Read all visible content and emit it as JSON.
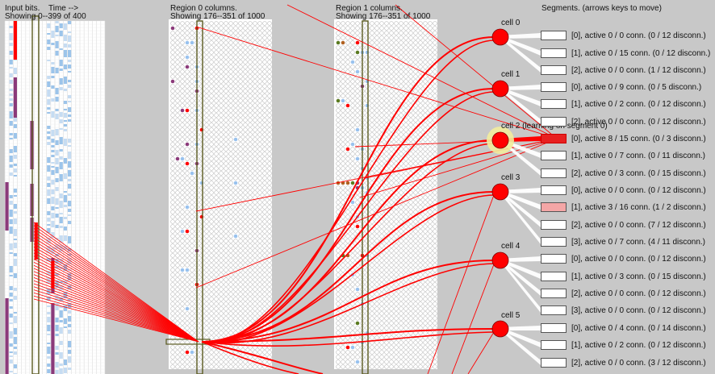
{
  "input_panel": {
    "title": "Input bits.",
    "time_label": "Time -->",
    "showing": "Showing 0--399 of 400"
  },
  "region0": {
    "title": "Region 0 columns.",
    "showing": "Showing 176--351 of 1000"
  },
  "region1": {
    "title": "Region 1 columns.",
    "showing": "Showing 176--351 of 1000"
  },
  "segments_header": "Segments. (arrows keys to move)",
  "colors": {
    "background": "#c8c8c8",
    "active": "#ff0000",
    "predicted": "#99c2ee",
    "learning": "#8b3a7a",
    "highlight": "#f2ec9c",
    "selection_outline": "#5a5a20"
  },
  "cells": [
    {
      "label": "cell 0",
      "segments": [
        {
          "text": "[0],  active 0 / 0 conn. (0 / 12 disconn.)",
          "style": "plain"
        },
        {
          "text": "[1],  active 0 / 15 conn. (0 / 12 disconn.)",
          "style": "plain"
        },
        {
          "text": "[2],  active 0 / 0 conn. (1 / 12 disconn.)",
          "style": "plain"
        }
      ]
    },
    {
      "label": "cell 1",
      "segments": [
        {
          "text": "[0],  active 0 / 9 conn. (0 / 5 disconn.)",
          "style": "plain"
        },
        {
          "text": "[1],  active 0 / 2 conn. (0 / 12 disconn.)",
          "style": "plain"
        },
        {
          "text": "[2],  active 0 / 0 conn. (0 / 12 disconn.)",
          "style": "plain"
        }
      ]
    },
    {
      "label": "cell 2  (learning on segment 0)",
      "segments": [
        {
          "text": "[0],  active 8 / 15 conn. (0 / 3 disconn.)",
          "style": "strong"
        },
        {
          "text": "[1],  active 0 / 7 conn. (0 / 11 disconn.)",
          "style": "plain"
        },
        {
          "text": "[2],  active 0 / 3 conn. (0 / 15 disconn.)",
          "style": "plain"
        }
      ]
    },
    {
      "label": "cell 3",
      "segments": [
        {
          "text": "[0],  active 0 / 0 conn. (0 / 12 disconn.)",
          "style": "plain"
        },
        {
          "text": "[1],  active 3 / 16 conn. (1 / 2 disconn.)",
          "style": "pink"
        },
        {
          "text": "[2],  active 0 / 0 conn. (7 / 12 disconn.)",
          "style": "plain"
        },
        {
          "text": "[3],  active 0 / 7 conn. (4 / 11 disconn.)",
          "style": "plain"
        }
      ]
    },
    {
      "label": "cell 4",
      "segments": [
        {
          "text": "[0],  active 0 / 0 conn. (0 / 12 disconn.)",
          "style": "plain"
        },
        {
          "text": "[1],  active 0 / 3 conn. (0 / 15 disconn.)",
          "style": "plain"
        },
        {
          "text": "[2],  active 0 / 0 conn. (0 / 12 disconn.)",
          "style": "plain"
        },
        {
          "text": "[3],  active 0 / 0 conn. (0 / 12 disconn.)",
          "style": "plain"
        }
      ]
    },
    {
      "label": "cell 5",
      "segments": [
        {
          "text": "[0],  active 0 / 4 conn. (0 / 14 disconn.)",
          "style": "plain"
        },
        {
          "text": "[1],  active 0 / 2 conn. (0 / 12 disconn.)",
          "style": "plain"
        },
        {
          "text": "[2],  active 0 / 0 conn. (3 / 12 disconn.)",
          "style": "plain"
        }
      ]
    }
  ]
}
